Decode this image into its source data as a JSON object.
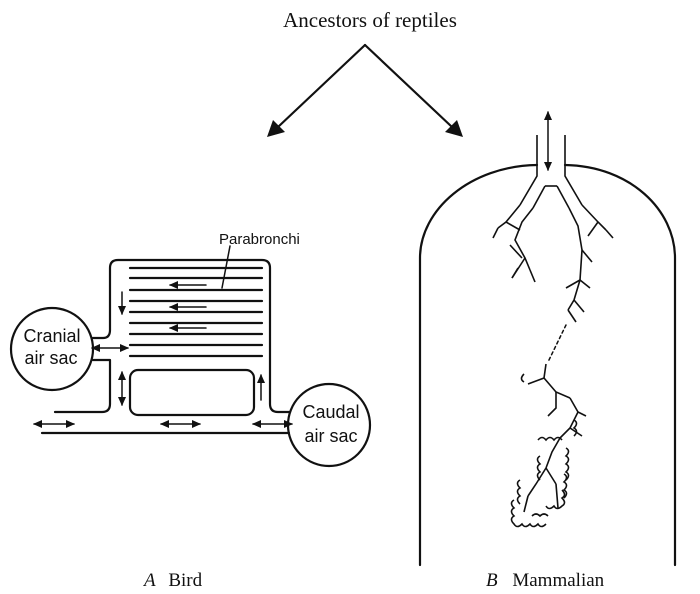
{
  "title": "Ancestors of reptiles",
  "panels": {
    "bird": {
      "letter": "A",
      "name": "Bird",
      "labels": {
        "parabronchi": "Parabronchi",
        "cranial_line1": "Cranial",
        "cranial_line2": "air sac",
        "caudal_line1": "Caudal",
        "caudal_line2": "air sac"
      }
    },
    "mammal": {
      "letter": "B",
      "name": "Mammalian"
    }
  },
  "colors": {
    "ink": "#111111",
    "background": "#ffffff"
  }
}
